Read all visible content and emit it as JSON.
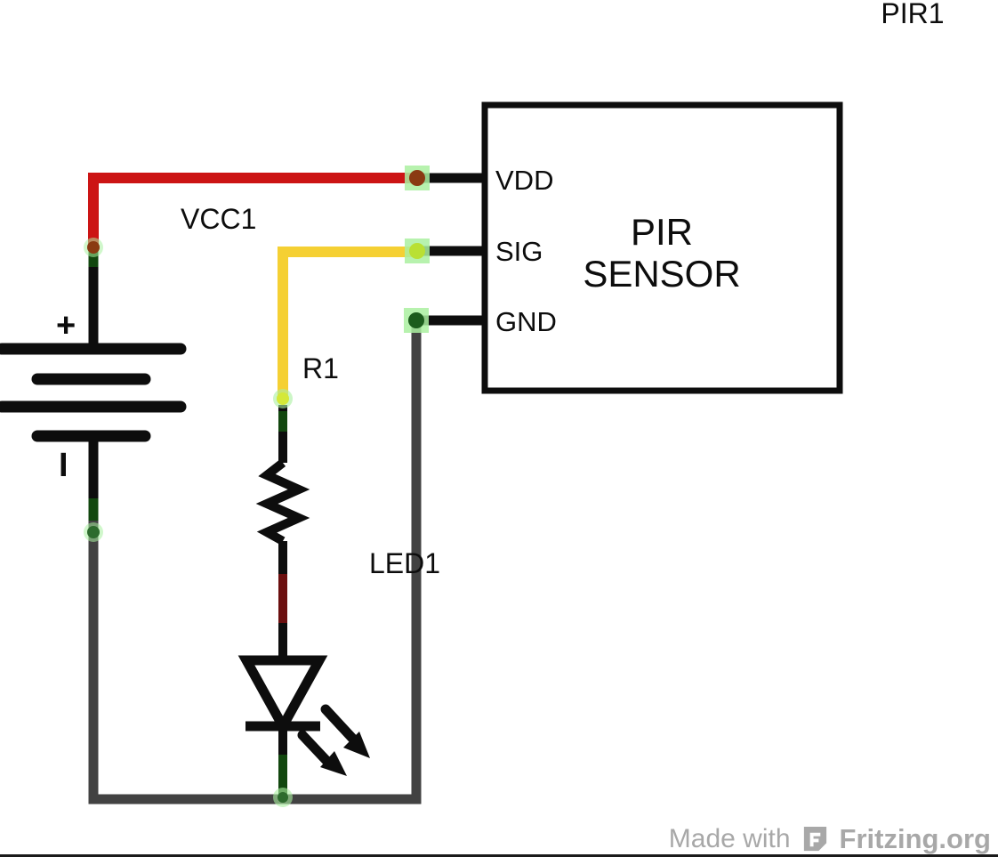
{
  "diagram": {
    "title_label": "PIR1",
    "component_labels": {
      "battery": "VCC1",
      "resistor": "R1",
      "led": "LED1",
      "sensor": "PIR1"
    },
    "battery": {
      "plus_marker": "+",
      "minus_marker": "I"
    },
    "sensor": {
      "name_line1": "PIR",
      "name_line2": "SENSOR",
      "pins": [
        {
          "label": "VDD",
          "wire_color": "#cc1414"
        },
        {
          "label": "SIG",
          "wire_color": "#f5d033"
        },
        {
          "label": "GND",
          "wire_color": "#424242"
        }
      ]
    },
    "colors": {
      "wire_power": "#cc1414",
      "wire_signal": "#f5d033",
      "wire_ground": "#424242",
      "wire_black": "#0d0d0d",
      "wire_dark_red": "#6b0f0f",
      "connector_pad": "#aaf0a0",
      "connector_dot_green": "#1c5c1c",
      "connector_dot_red": "#8a3a12",
      "connector_dot_yellow": "#b9e034",
      "outline": "#0d0d0d",
      "background": "#ffffff"
    }
  },
  "footer": {
    "made_with": "Made with",
    "brand": "Fritzing.org",
    "logo_name": "fritzing-logo"
  }
}
